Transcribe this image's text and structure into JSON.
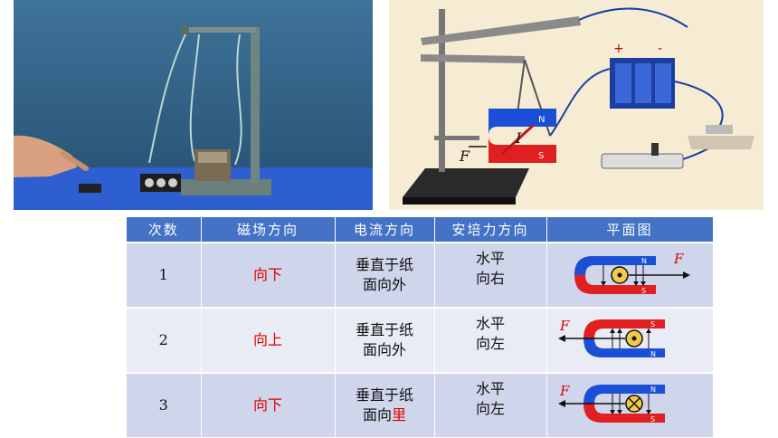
{
  "table": {
    "headers": [
      "次数",
      "磁场方向",
      "电流方向",
      "安培力方向",
      "平面图"
    ],
    "rows": [
      {
        "num": "1",
        "field": "向下",
        "current_l1": "垂直于纸",
        "current_l2": "面向外",
        "current_l2_red": "",
        "force_l1": "水平",
        "force_l2": "向右"
      },
      {
        "num": "2",
        "field": "向上",
        "current_l1": "垂直于纸",
        "current_l2": "面向外",
        "current_l2_red": "",
        "force_l1": "水平",
        "force_l2": "向左"
      },
      {
        "num": "3",
        "field": "向下",
        "current_l1": "垂直于纸",
        "current_l2": "面向",
        "current_l2_red": "里",
        "force_l1": "水平",
        "force_l2": "向左"
      }
    ]
  },
  "diagram": {
    "force_label": "F",
    "current_label": "I",
    "pole_n": "N",
    "pole_s": "S",
    "battery_plus": "+",
    "battery_minus": "-"
  },
  "colors": {
    "header_bg": "#4472c4",
    "row_dark": "#cfd5ea",
    "row_light": "#e9ebf5",
    "emphasis_red": "#e00000",
    "magnet_blue": "#1a4fd6",
    "magnet_red": "#e02020"
  }
}
